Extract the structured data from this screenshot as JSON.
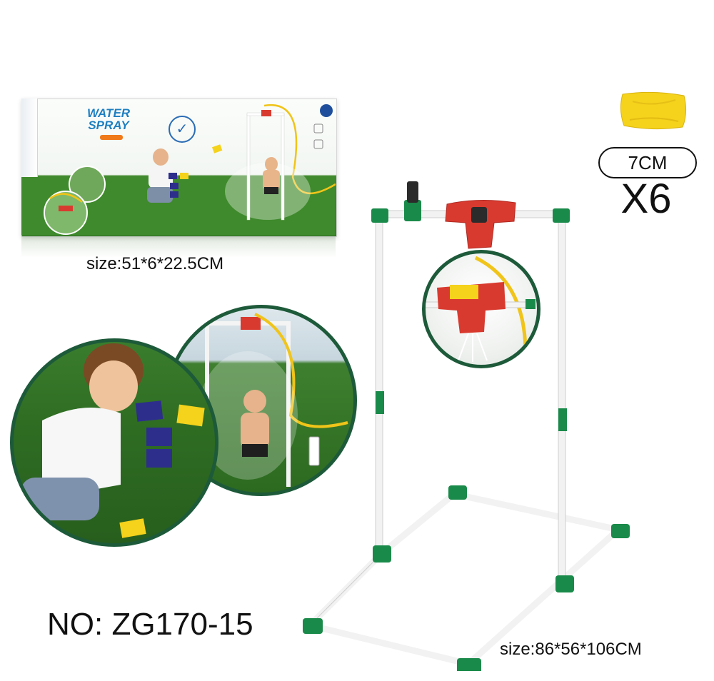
{
  "package": {
    "brand_line1": "WATER",
    "brand_line2": "SPRAY",
    "size_caption": "size:51*6*22.5CM"
  },
  "bean_bag": {
    "size_label": "7CM",
    "count_label": "X6",
    "color": "#f5d21c"
  },
  "product": {
    "size_caption": "size:86*56*106CM",
    "model_number": "NO:  ZG170-15",
    "frame_color": "#f2f2f2",
    "joint_color": "#1a8a4a",
    "sprayer_color": "#d93a2f"
  }
}
